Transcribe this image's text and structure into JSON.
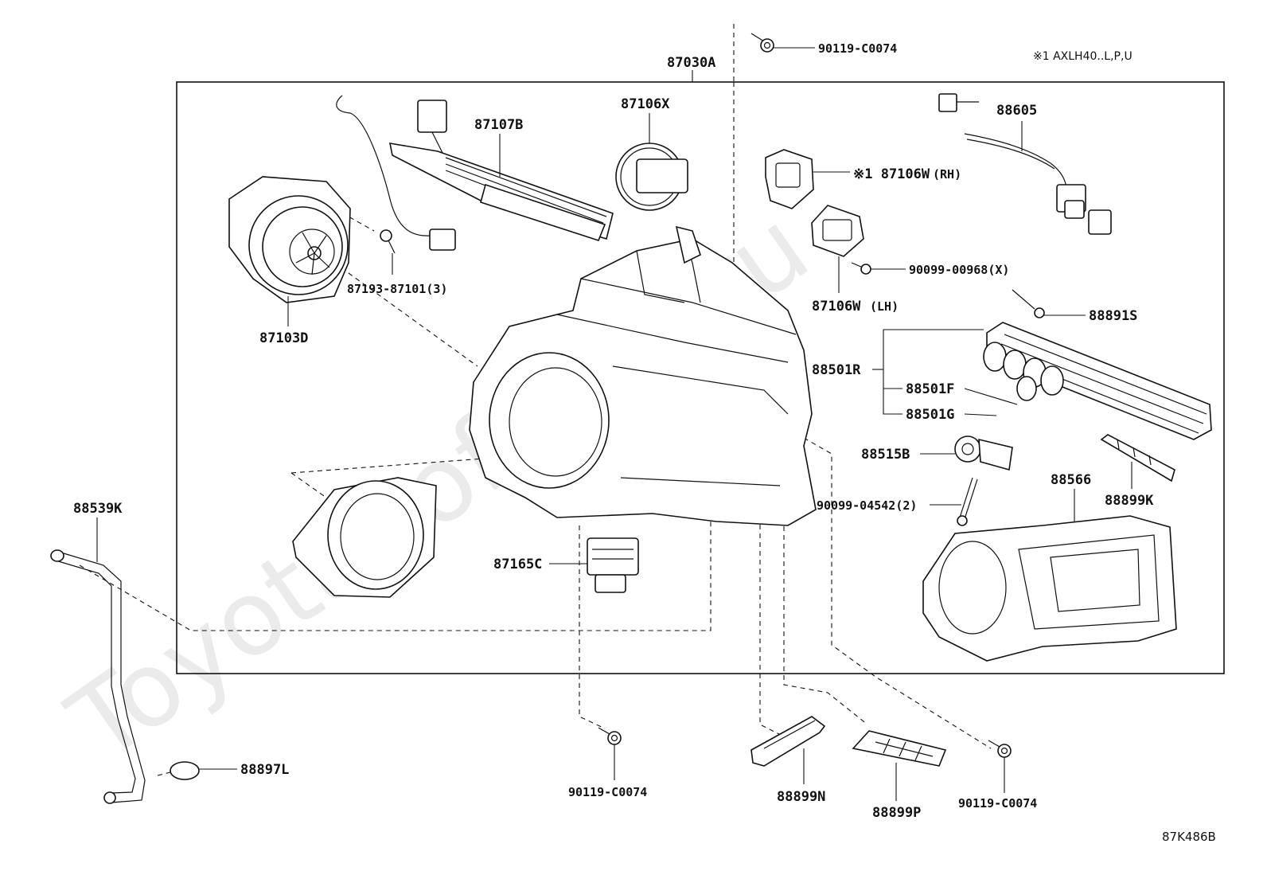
{
  "diagram": {
    "watermark": "ToyotaSoftline.ru",
    "note": "※1 AXLH40..L,P,U",
    "diagram_code": "87K486B",
    "labels": {
      "p87030A": "87030A",
      "p90119_top": "90119-C0074",
      "p87107B": "87107B",
      "p87106X": "87106X",
      "p87106W_rh": "※1 87106W",
      "p87106W_rh_side": "(RH)",
      "p88605": "88605",
      "p87193": "87193-87101(3)",
      "p87103D": "87103D",
      "p90099_968": "90099-00968(X)",
      "p87106W_lh": "87106W",
      "p87106W_lh_side": "(LH)",
      "p88891S": "88891S",
      "p88501R": "88501R",
      "p88501F": "88501F",
      "p88501G": "88501G",
      "p88515B": "88515B",
      "p88566": "88566",
      "p88899K": "88899K",
      "p90099_4542": "90099-04542(2)",
      "p88539K": "88539K",
      "p87165C": "87165C",
      "p88897L": "88897L",
      "p90119_bl": "90119-C0074",
      "p88899N": "88899N",
      "p88899P": "88899P",
      "p90119_br": "90119-C0074"
    }
  }
}
